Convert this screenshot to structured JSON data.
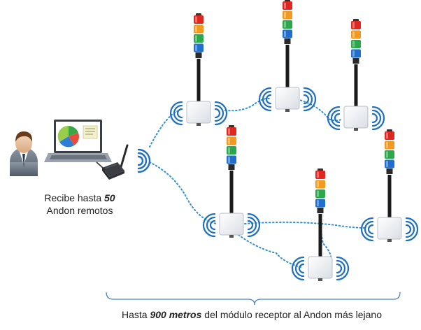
{
  "caption_receiver": {
    "line1_prefix": "Recibe hasta ",
    "line1_number": "50",
    "line2": "Andon remotos"
  },
  "caption_range": {
    "prefix": "Hasta ",
    "emphasis": "900 metros",
    "suffix": " del módulo receptor al Andon más lejano"
  },
  "colors": {
    "link": "#2f8fd6",
    "wave": "#1e6fc0",
    "light_red": "#e0261f",
    "light_orange": "#f39a1e",
    "light_green": "#2aa84a",
    "light_blue": "#1f6fd1",
    "pole": "#1b1b1b",
    "box": "#f2f5f8",
    "brace": "#4a86c8"
  },
  "icons": [
    "user-icon",
    "laptop-icon",
    "pie-chart-icon",
    "gateway-icon",
    "andon-tower-icon",
    "wireless-signal-icon"
  ]
}
